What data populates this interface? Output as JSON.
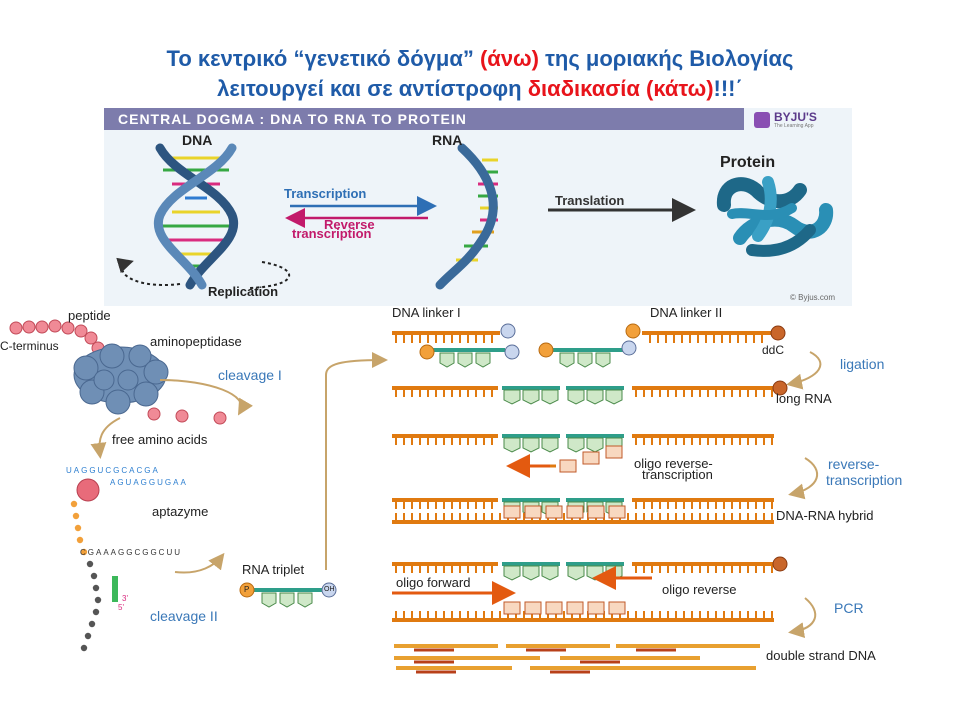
{
  "title": {
    "line1_part1": "Το κεντρικό “γενετικό δόγμα” ",
    "line1_red": "(άνω)",
    "line1_part2": " της μοριακής Βιολογίας",
    "line2_part1": "λειτουργεί και σε αντίστροφη ",
    "line2_red": "διαδικασία (κάτω)",
    "line2_part2": "!!!΄"
  },
  "top_diagram": {
    "banner": "CENTRAL DOGMA : DNA TO RNA TO PROTEIN",
    "brand": "BYJU'S",
    "brand_sub": "The Learning App",
    "dna": "DNA",
    "rna": "RNA",
    "protein": "Protein",
    "transcription": "Transcription",
    "reverse_transcription_1": "Reverse",
    "reverse_transcription_2": "transcription",
    "translation": "Translation",
    "replication": "Replication",
    "credit": "© Byjus.com"
  },
  "left_diagram": {
    "peptide": "peptide",
    "c_terminus": "C-terminus",
    "aminopeptidase": "aminopeptidase",
    "cleavage1": "cleavage I",
    "free_amino_acids": "free amino acids",
    "aptazyme": "aptazyme",
    "rna_triplet": "RNA triplet",
    "cleavage2": "cleavage II",
    "p": "P",
    "oh": "OH",
    "c": "C",
    "g": "G",
    "seq_top": "UAGGUCGCACGA",
    "seq_mid": "AGUAGGUGAA",
    "seq_low": "CGAAAGGCGGCUU",
    "prime3": "3'",
    "prime5": "5'"
  },
  "right_diagram": {
    "dna_linker_1": "DNA linker I",
    "dna_linker_2": "DNA linker II",
    "ddc": "ddC",
    "ligation": "ligation",
    "long_rna": "long RNA",
    "reverse_transcription_1": "reverse-",
    "reverse_transcription_2": "transcription",
    "oligo_rt_1": "oligo reverse-",
    "oligo_rt_2": "transcription",
    "dna_rna_hybrid": "DNA-RNA hybrid",
    "oligo_forward": "oligo forward",
    "oligo_reverse": "oligo reverse",
    "pcr": "PCR",
    "double_strand_dna": "double strand DNA"
  },
  "colors": {
    "title_blue": "#1f5ba8",
    "title_red": "#e8141b",
    "helix_blue": "#3a6a9a",
    "protein_teal": "#2a7fa8",
    "orange_strand": "#e07a10",
    "label_blue": "#3a78b8",
    "rna_teal": "#2e9e8a"
  }
}
